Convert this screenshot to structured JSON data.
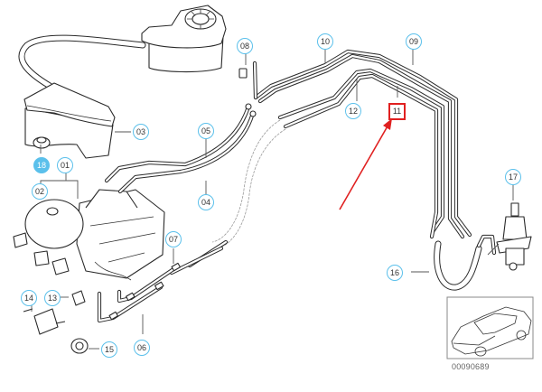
{
  "diagram": {
    "title": "Brake lines / hydraulic unit parts diagram",
    "reference_number": "00090689",
    "highlight_color": "#e02020",
    "callout_color": "#5bc0eb",
    "callouts": [
      {
        "id": "01",
        "label": "01",
        "style": "outline"
      },
      {
        "id": "02",
        "label": "02",
        "style": "outline"
      },
      {
        "id": "03",
        "label": "03",
        "style": "outline"
      },
      {
        "id": "04",
        "label": "04",
        "style": "outline"
      },
      {
        "id": "05",
        "label": "05",
        "style": "outline"
      },
      {
        "id": "06",
        "label": "06",
        "style": "outline"
      },
      {
        "id": "07",
        "label": "07",
        "style": "outline"
      },
      {
        "id": "08",
        "label": "08",
        "style": "outline"
      },
      {
        "id": "09",
        "label": "09",
        "style": "outline"
      },
      {
        "id": "10",
        "label": "10",
        "style": "outline"
      },
      {
        "id": "11",
        "label": "11",
        "style": "highlighted-box"
      },
      {
        "id": "12",
        "label": "12",
        "style": "outline"
      },
      {
        "id": "13",
        "label": "13",
        "style": "outline"
      },
      {
        "id": "14",
        "label": "14",
        "style": "outline"
      },
      {
        "id": "15",
        "label": "15",
        "style": "outline"
      },
      {
        "id": "16",
        "label": "16",
        "style": "outline"
      },
      {
        "id": "17",
        "label": "17",
        "style": "outline"
      },
      {
        "id": "18",
        "label": "18",
        "style": "filled"
      }
    ],
    "highlighted_part": "11",
    "annotation": "red-arrow-pointing-to-11",
    "inset": "vehicle-location-sketch"
  }
}
